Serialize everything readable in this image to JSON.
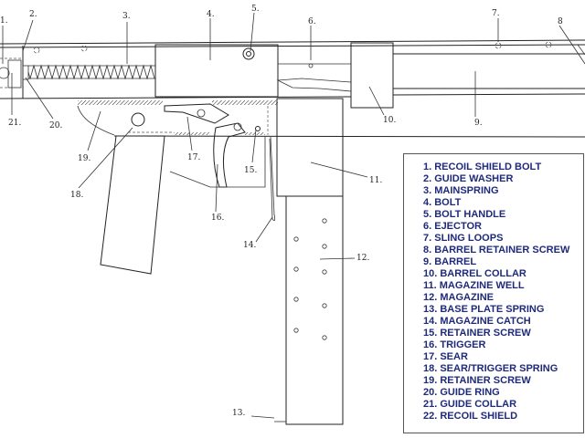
{
  "callouts": [
    "1.",
    "2.",
    "3.",
    "4.",
    "5.",
    "6.",
    "7.",
    "8",
    "9.",
    "10.",
    "11.",
    "12.",
    "13.",
    "14.",
    "15.",
    "16.",
    "17.",
    "18.",
    "19.",
    "20.",
    "21."
  ],
  "legend": [
    "1.  RECOIL SHIELD BOLT",
    "2.  GUIDE WASHER",
    "3.  MAINSPRING",
    "4.  BOLT",
    "5.  BOLT HANDLE",
    "6.  EJECTOR",
    "7.  SLING LOOPS",
    "8.  BARREL RETAINER SCREW",
    "9.  BARREL",
    "10. BARREL COLLAR",
    "11. MAGAZINE WELL",
    "12. MAGAZINE",
    "13. BASE PLATE SPRING",
    "14. MAGAZINE CATCH",
    "15. RETAINER SCREW",
    "16. TRIGGER",
    "17. SEAR",
    "18. SEAR/TRIGGER SPRING",
    "19. RETAINER SCREW",
    "20. GUIDE RING",
    "21. GUIDE COLLAR",
    "22. RECOIL SHIELD"
  ],
  "colors": {
    "legend_text": "#1f2a7a",
    "line": "#222222"
  }
}
